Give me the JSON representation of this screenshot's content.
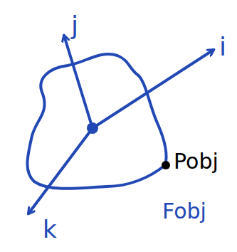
{
  "diagram": {
    "labels": [
      "j",
      "i",
      "k",
      "Pobj",
      "Fobj"
    ]
  }
}
